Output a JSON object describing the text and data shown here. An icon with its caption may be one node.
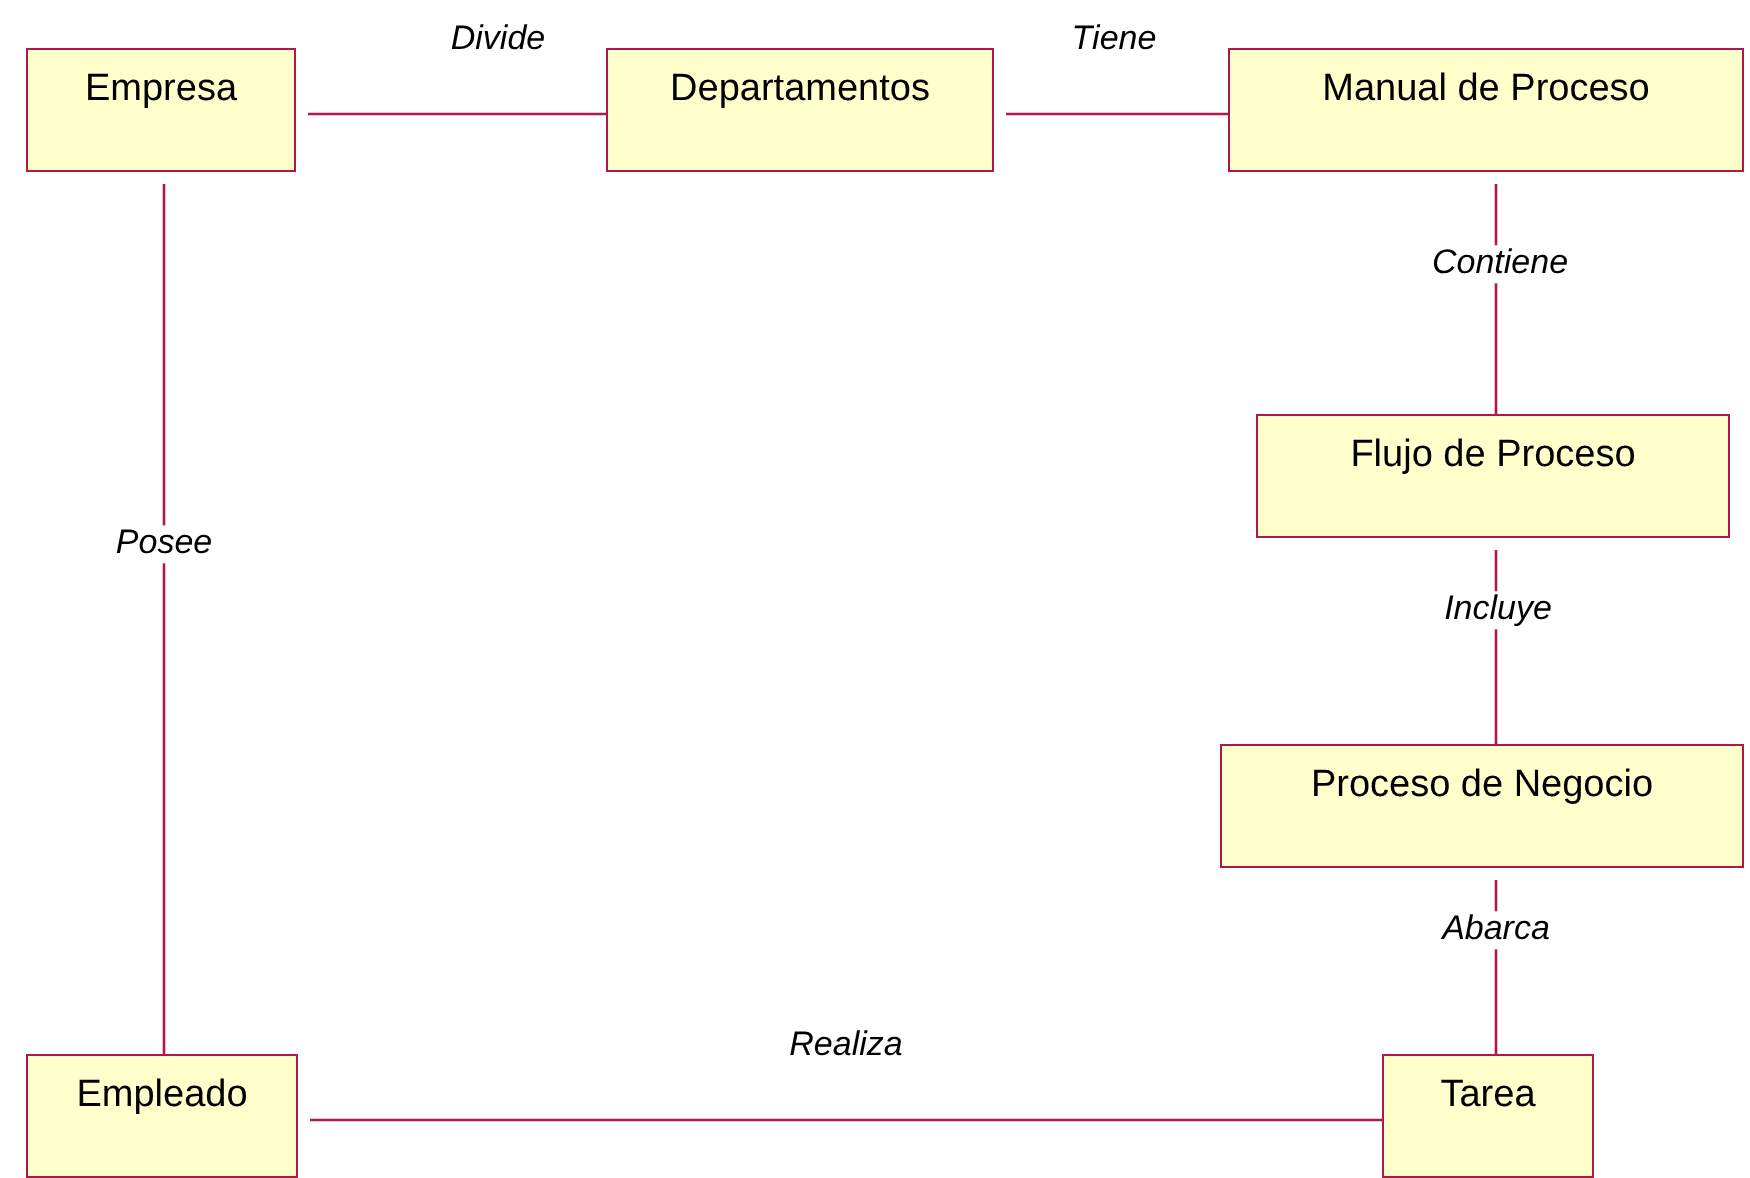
{
  "diagram": {
    "nodes": [
      {
        "text": [
          "Empresa"
        ]
      },
      {
        "text": [
          "Departamentos"
        ]
      },
      {
        "text": [
          "Manual de Proceso"
        ]
      },
      {
        "text": [
          "Flujo de Proceso"
        ]
      },
      {
        "text": [
          "Proceso de Negocio"
        ]
      },
      {
        "text": [
          "Empleado"
        ]
      },
      {
        "text": [
          "Tarea"
        ]
      }
    ],
    "edges": [
      {
        "from": 0,
        "to": 1,
        "arrow": "none",
        "label": "Divide"
      },
      {
        "from": 1,
        "to": 2,
        "arrow": "none",
        "label": "Tiene"
      },
      {
        "from": 2,
        "to": 3,
        "arrow": "none",
        "label": "Contiene"
      },
      {
        "from": 3,
        "to": 4,
        "arrow": "none",
        "label": "Incluye"
      },
      {
        "from": 4,
        "to": 6,
        "arrow": "none",
        "label": "Abarca"
      },
      {
        "from": 0,
        "to": 5,
        "arrow": "none",
        "label": "Posee"
      },
      {
        "from": 5,
        "to": 6,
        "arrow": "none",
        "label": "Realiza"
      }
    ]
  }
}
